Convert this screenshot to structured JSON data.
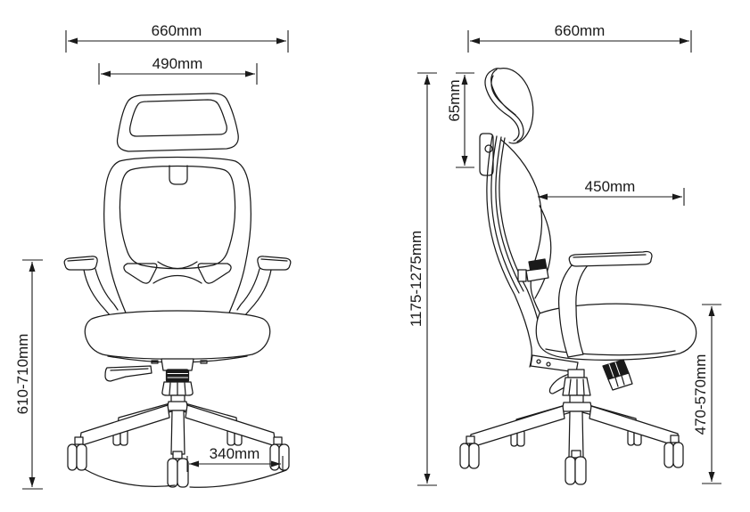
{
  "figure": {
    "type": "technical-dimension-drawing",
    "subject": "office chair, front and side orthographic views"
  },
  "colors": {
    "line": "#1a1a1a",
    "background": "#ffffff"
  },
  "front_view": {
    "overall_width_label": "660mm",
    "backrest_width_label": "490mm",
    "arm_height_label": "610-710mm",
    "base_leg_span_label": "340mm"
  },
  "side_view": {
    "overall_depth_label": "660mm",
    "headrest_height_label": "65mm",
    "seat_depth_label": "450mm",
    "overall_height_label": "1175-1275mm",
    "seat_height_label": "470-570mm"
  }
}
